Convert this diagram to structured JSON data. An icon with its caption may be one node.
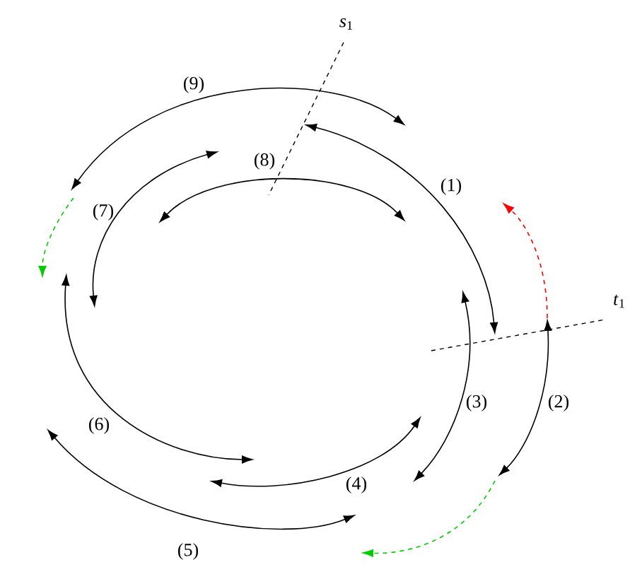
{
  "diagram": {
    "labels": [
      "*s*$_{1}$",
      "(9)",
      "(8)",
      "(1)",
      "(7)",
      "*t*$_{1}$",
      "(3)",
      "(2)",
      "(6)",
      "(4)",
      "(5)"
    ]
  }
}
